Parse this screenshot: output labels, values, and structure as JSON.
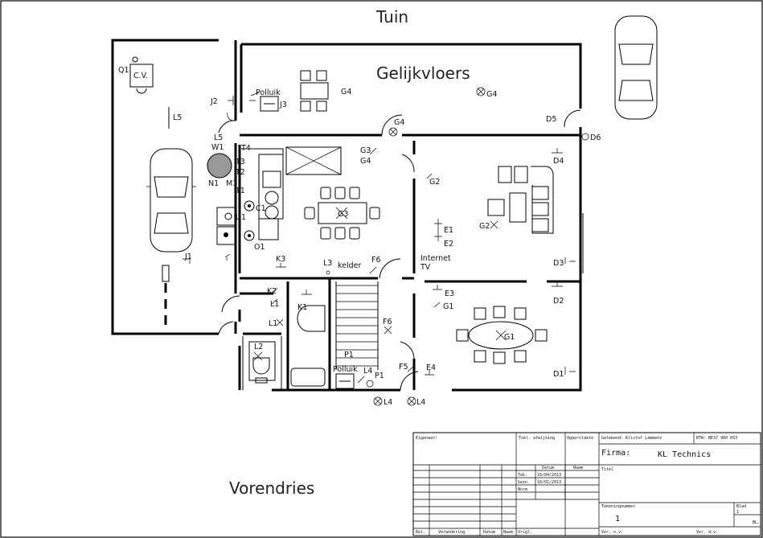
{
  "labels": {
    "tuin": "Tuin",
    "gelijkvloers": "Gelijkvloers",
    "vorendries": "Vorendries",
    "cv": "C.V.",
    "pollulk_top": "Polluik",
    "pollulk_bottom": "Polluik",
    "kelder": "kelder",
    "internet": "Internet",
    "tv": "TV"
  },
  "symbols": {
    "q1": "Q1",
    "j1": "J1",
    "j2": "J2",
    "j3": "J3",
    "l5": "L5",
    "l5b": "L5",
    "w1": "W1",
    "n1a": "N1",
    "n1b": "M1",
    "t1": "T1",
    "t2": "T2",
    "t3": "T3",
    "t4": "T4",
    "u1": "U1",
    "c1": "C1",
    "o1": "O1",
    "g3a": "G3",
    "g3b": "G3",
    "g4a": "G4",
    "g4b": "G4",
    "g4c": "G4",
    "g4d": "G4",
    "g2a": "G2",
    "g2b": "G2",
    "d5": "D5",
    "d6": "D6",
    "d4": "D4",
    "e1": "E1",
    "e2": "E2",
    "e3": "E3",
    "g1a": "G1",
    "g1b": "G1",
    "d3": "D3",
    "d2": "D2",
    "d1": "D1",
    "k3": "K3",
    "l3": "L3",
    "f6a": "F6",
    "f6b": "F6",
    "k2": "K2",
    "l1a": "L1",
    "k1": "K1",
    "l1b": "L1",
    "l2": "L2",
    "p1a": "P1",
    "p1b": "P1",
    "l4a": "L4",
    "l4b": "L4",
    "l4c": "L4",
    "f5": "F5",
    "e4": "E4"
  },
  "title_block": {
    "eigenaar": "Eigenaar:",
    "toel": "Toel. afwijking",
    "oppervlakte": "Oppervlakte",
    "getekend": "Getekend: Kristof Lemmens",
    "btw": "BTW: BE37 960 053",
    "firma_label": "Firma:",
    "firma": "KL Technics",
    "titel": "Titel",
    "datum_h": "Datum",
    "naam_h": "Naam",
    "tek": "Tek.",
    "tek_date": "16/04/2013",
    "gezien": "Gezn.",
    "gezien_date": "16/01/2013",
    "norm": "Norm",
    "tekeningnummer": "Tekeningnummer",
    "number": "1",
    "blad_label": "Blad",
    "blad": "1",
    "blz": "BL.",
    "rel": "Rel.",
    "verandering": "Verandering",
    "datum": "Datum",
    "naam": "Naam",
    "origl": "Origl.",
    "ver": "Ver. n.v.",
    "ver2": "Ver. d.v."
  }
}
